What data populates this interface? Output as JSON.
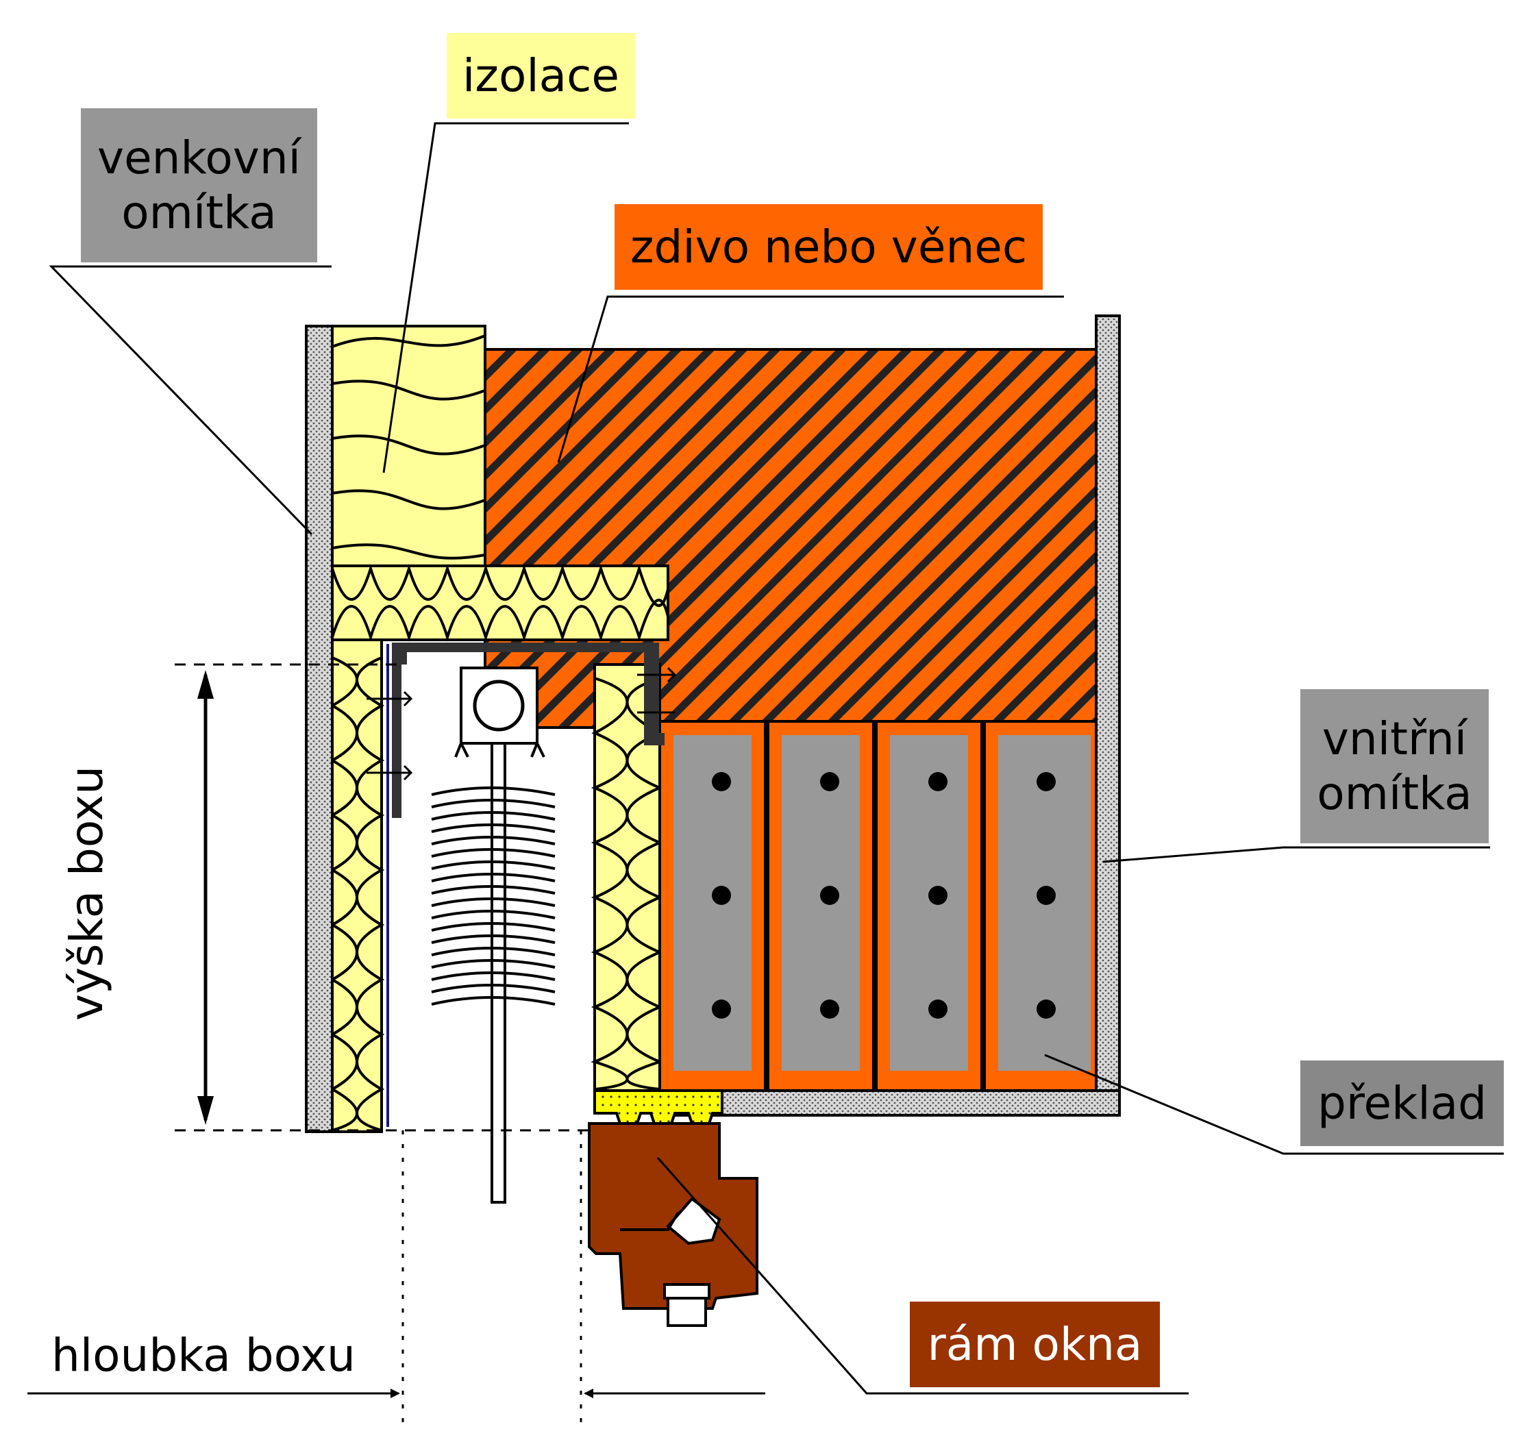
{
  "labels": {
    "insulation": "izolace",
    "exterior_plaster": "venkovní\nomítka",
    "masonry": "zdivo nebo věnec",
    "interior_plaster": "vnitřní\nomítka",
    "lintel": "překlad",
    "window_frame": "rám okna"
  },
  "dimensions": {
    "box_height": "výška boxu",
    "box_depth": "hloubka boxu"
  },
  "colors": {
    "insulation": "#FFFF99",
    "plaster_grey": "#969696",
    "masonry_orange": "#FF6600",
    "lintel_grey": "#999999",
    "frame_brown": "#993300",
    "seal_yellow": "#FFFF00"
  }
}
